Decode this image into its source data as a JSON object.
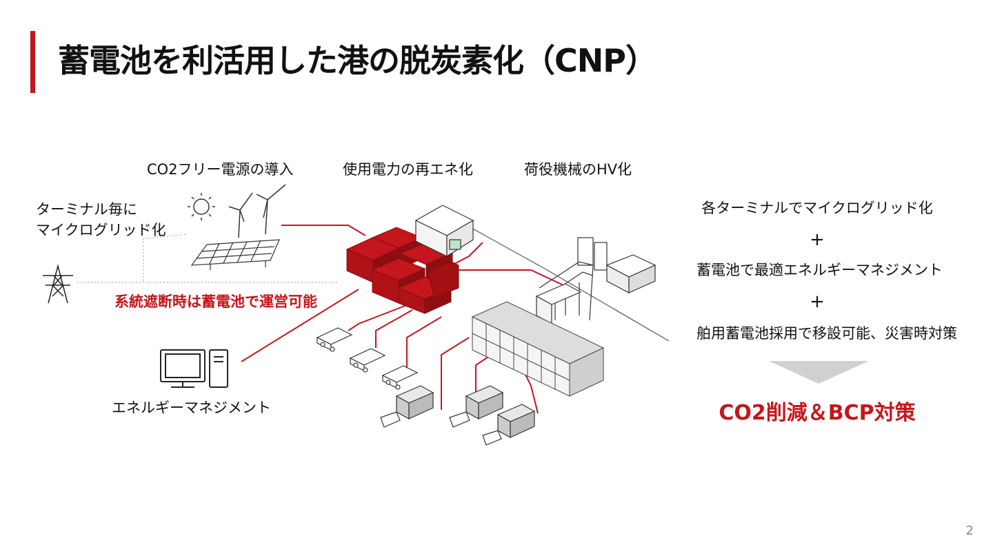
{
  "colors": {
    "accent": "#c4161c",
    "text": "#111111",
    "muted": "#888888",
    "arrow": "#cccccc"
  },
  "title": "蓄電池を利活用した港の脱炭素化（CNP）",
  "labels": {
    "co2_free": "CO2フリー電源の導入",
    "renewable": "使用電力の再エネ化",
    "hv": "荷役機械のHV化",
    "microgrid_line1": "ターミナル毎に",
    "microgrid_line2": "マイクログリッド化",
    "grid_cut": "系統遮断時は蓄電池で運営可能",
    "energy_mgmt": "エネルギーマネジメント"
  },
  "summary": {
    "item1": "各ターミナルでマイクログリッド化",
    "plus1": "+",
    "item2": "蓄電池で最適エネルギーマネジメント",
    "plus2": "+",
    "item3": "舶用蓄電池採用で移設可能、災害時対策",
    "result": "CO2削減＆BCP対策"
  },
  "icons": [
    "sun-icon",
    "wind-turbine-icon",
    "solar-panel-icon",
    "power-tower-icon",
    "computer-icon",
    "battery-container-icon",
    "warehouse-icon",
    "crane-icon",
    "truck-icon",
    "down-arrow-icon"
  ],
  "page_number": "2"
}
